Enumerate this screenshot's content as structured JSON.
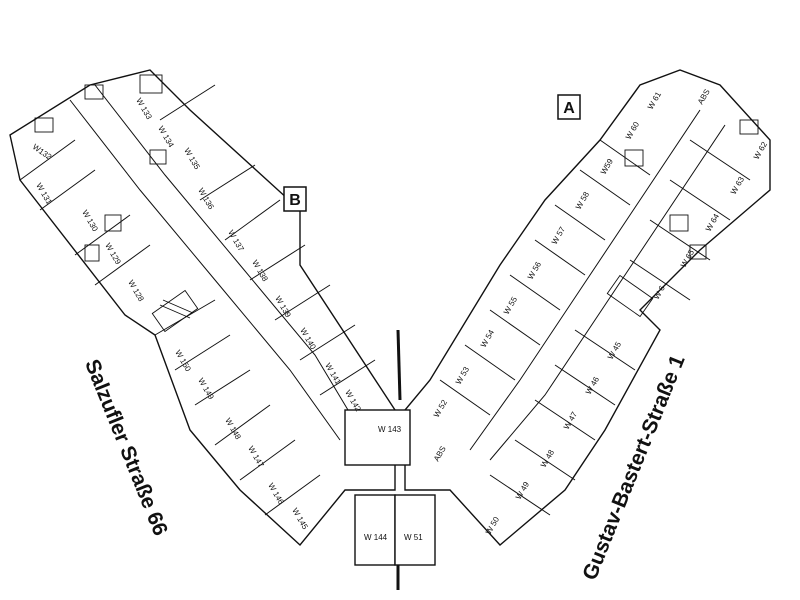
{
  "buildings": {
    "a": "A",
    "b": "B"
  },
  "streets": {
    "left": "Salzufler Straße 66",
    "right": "Gustav-Bastert-Straße 1"
  },
  "rooms_b": [
    "W 133",
    "W 134",
    "W 135",
    "W132",
    "W 131",
    "W 130",
    "W 129",
    "W 128",
    "W 136",
    "W 137",
    "W 138",
    "W 139",
    "W 140",
    "W 141",
    "W 142",
    "W 150",
    "W 149",
    "W 148",
    "W 147",
    "W 146",
    "W 145",
    "W 143",
    "W 144"
  ],
  "rooms_a": [
    "W 61",
    "W 60",
    "W59",
    "W 58",
    "W 57",
    "W 56",
    "W 55",
    "W 54",
    "W 53",
    "W 52",
    "ABS",
    "W 62",
    "W 63",
    "W 64",
    "W 65",
    "W 6",
    "W 45",
    "W 46",
    "W 47",
    "W 48",
    "W 49",
    "W 50",
    "W 51"
  ],
  "abs_top": "ABS"
}
